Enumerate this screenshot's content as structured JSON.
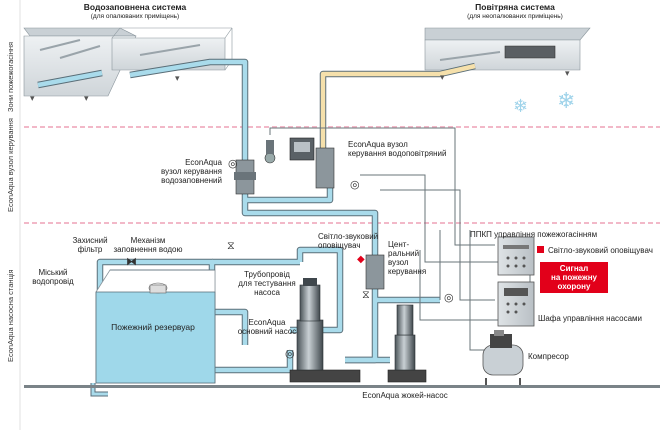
{
  "colors": {
    "water_pipe": "#a9dbeb",
    "air_pipe": "#f5e0ab",
    "pipe_outline": "#5a6e78",
    "tank_water": "#9fd8ea",
    "zone_divider": "#f2b8c8",
    "alarm": "#e2001a",
    "ceiling": "#dfe3e6"
  },
  "wet_system": {
    "title": "Водозаповнена система",
    "subtitle": "(для опалюваних приміщень)"
  },
  "dry_system": {
    "title": "Повітряна система",
    "subtitle": "(для неопалюваних приміщень)"
  },
  "zones": {
    "protected": "Зони пожежогасіння",
    "control": "EconAqua вузол керування",
    "pump_station": "EconAqua насосна станція"
  },
  "labels": {
    "wet_valve_1": "EconAqua",
    "wet_valve_2": "вузол керування",
    "wet_valve_3": "водозаповнений",
    "dry_valve_1": "EconAqua вузол",
    "dry_valve_2": "керування водоповітряний",
    "sounder_1": "Світло-звуковий",
    "sounder_2": "оповіщувач",
    "central_1": "Цент-",
    "central_2": "ральний",
    "central_3": "вузол",
    "central_4": "керування",
    "ppkp": "ППКП управління пожежогасінням",
    "sounder_right": "Світло-звуковий оповіщувач",
    "alarm_1": "Сигнал",
    "alarm_2": "на пожежну",
    "alarm_3": "охорону",
    "pump_cabinet": "Шафа управління насосами",
    "compressor": "Компресор",
    "jockey": "EconAqua жокей-насос",
    "filter_1": "Захисний",
    "filter_2": "фільтр",
    "fill_1": "Механізм",
    "fill_2": "заповнення водою",
    "city_1": "Міський",
    "city_2": "водопровід",
    "test_pipe_1": "Трубопровід",
    "test_pipe_2": "для тестування",
    "test_pipe_3": "насоса",
    "main_pump_1": "EconAqua",
    "main_pump_2": "основний насос",
    "reservoir": "Пожежний резервуар"
  },
  "icons": [
    "sprinkler-icon",
    "gate-valve-icon",
    "pressure-gauge-icon",
    "check-valve-icon",
    "snowflake-icon",
    "strobe-light-icon"
  ]
}
